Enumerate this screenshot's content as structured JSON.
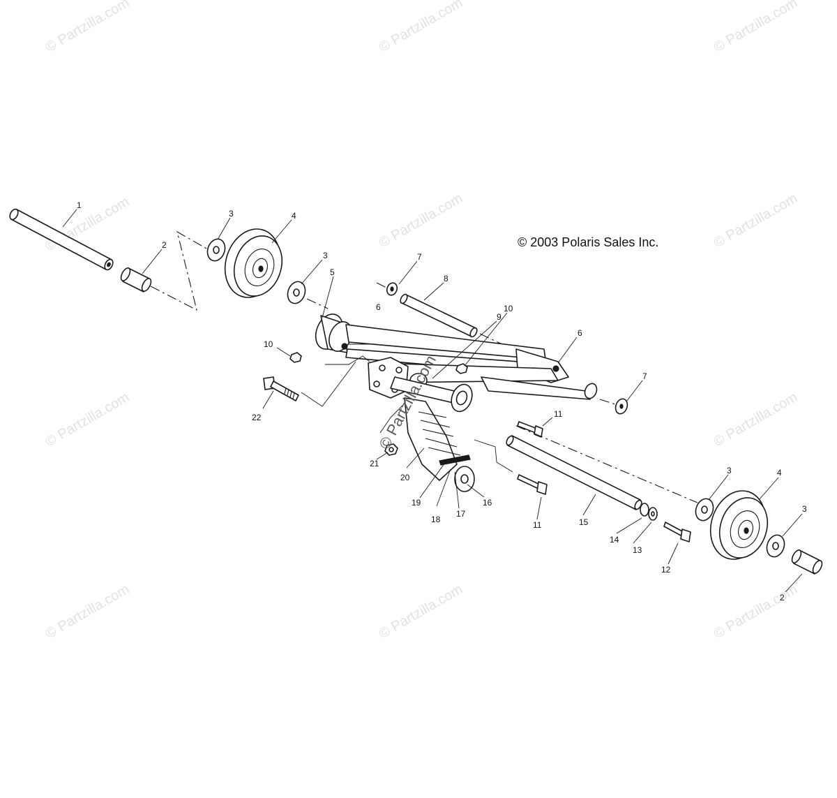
{
  "copyright": "© 2003 Polaris Sales Inc.",
  "watermark": "© Partzilla.com",
  "callouts": {
    "c1": "1",
    "c2a": "2",
    "c2b": "2",
    "c3a": "3",
    "c3b": "3",
    "c3c": "3",
    "c3d": "3",
    "c4a": "4",
    "c4b": "4",
    "c5": "5",
    "c6a": "6",
    "c6b": "6",
    "c7a": "7",
    "c7b": "7",
    "c8": "8",
    "c9": "9",
    "c10a": "10",
    "c10b": "10",
    "c11a": "11",
    "c11b": "11",
    "c12": "12",
    "c13": "13",
    "c14": "14",
    "c15": "15",
    "c16": "16",
    "c17": "17",
    "c18": "18",
    "c19": "19",
    "c20": "20",
    "c21": "21",
    "c22": "22"
  }
}
